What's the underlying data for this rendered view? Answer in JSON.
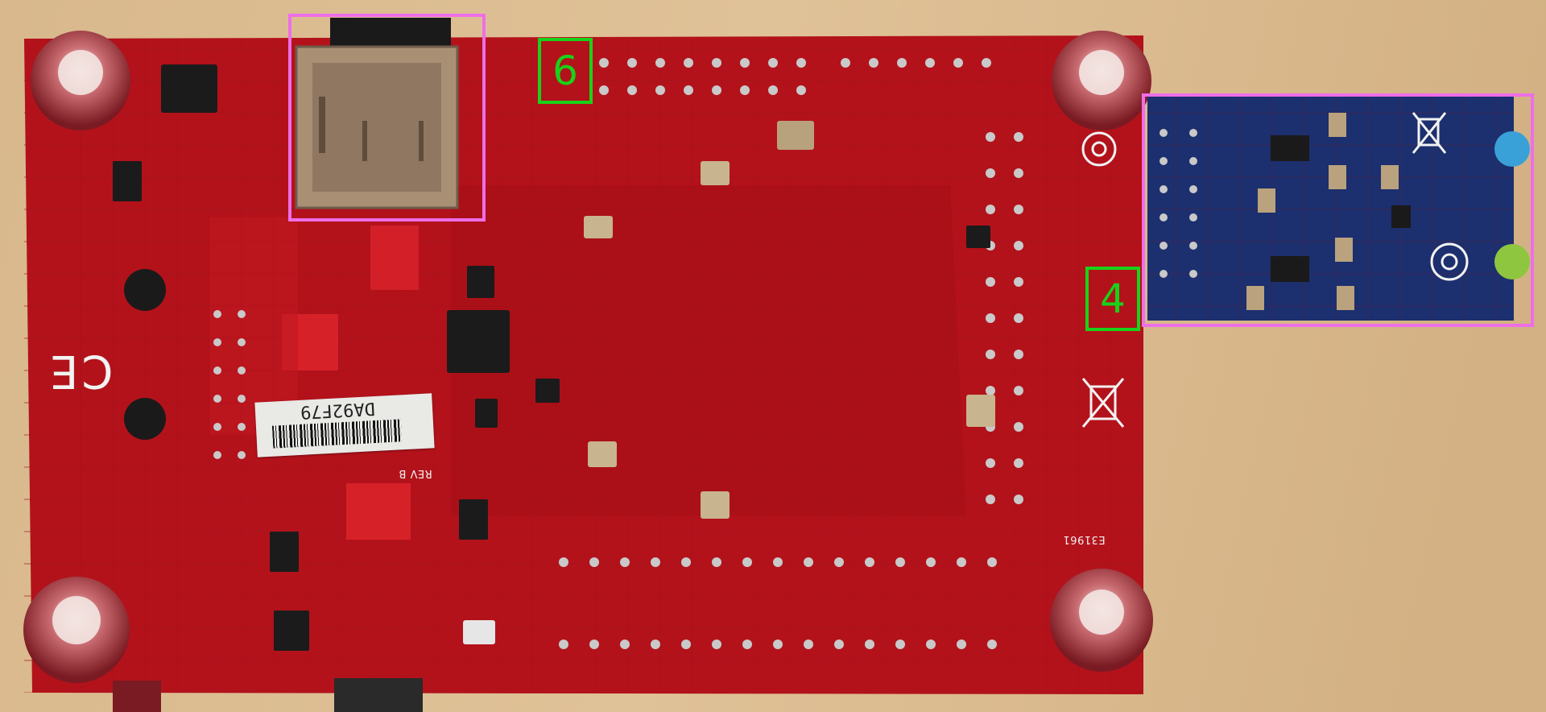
{
  "annotations": {
    "label_6": "6",
    "label_4": "4"
  },
  "board_markings": {
    "sticker_code": "DA92F79",
    "rev": "REV B",
    "lot": "E31961",
    "ce_mark": "CE"
  },
  "colors": {
    "pcb_red": "#b3121b",
    "module_blue": "#1c2f6e",
    "wood": "#d9b98e",
    "label_green": "#19d219",
    "highlight_pink": "#ee6ee8"
  }
}
